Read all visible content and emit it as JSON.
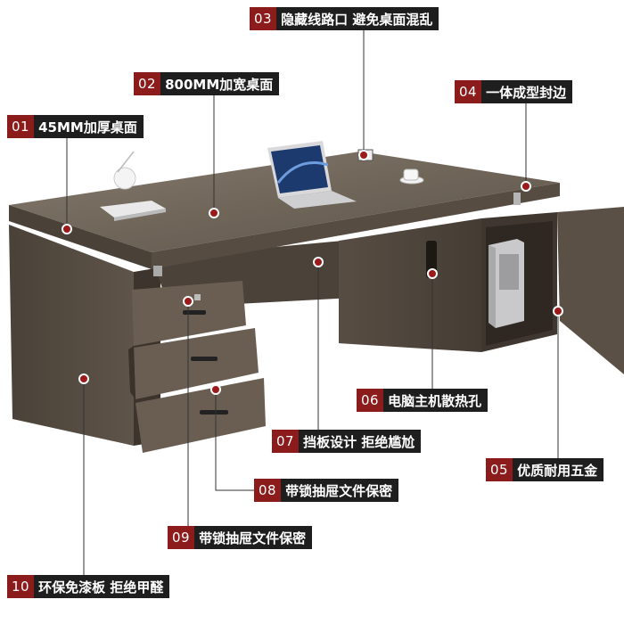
{
  "callouts": [
    {
      "num": "03",
      "text": "隐藏线路口 避免桌面混乱"
    },
    {
      "num": "02",
      "text": "800MM加宽桌面"
    },
    {
      "num": "04",
      "text": "一体成型封边"
    },
    {
      "num": "01",
      "text": "45MM加厚桌面"
    },
    {
      "num": "06",
      "text": "电脑主机散热孔"
    },
    {
      "num": "07",
      "text": "挡板设计 拒绝尴尬"
    },
    {
      "num": "05",
      "text": "优质耐用五金"
    },
    {
      "num": "08",
      "text": "带锁抽屉文件保密"
    },
    {
      "num": "09",
      "text": "带锁抽屉文件保密"
    },
    {
      "num": "10",
      "text": "环保免漆板 拒绝甲醛"
    }
  ],
  "colors": {
    "badge": "#8c1c1c",
    "label_bg": "#1e1e1e",
    "marker": "#9b1a1a",
    "desk_top": "#7a6e62"
  }
}
